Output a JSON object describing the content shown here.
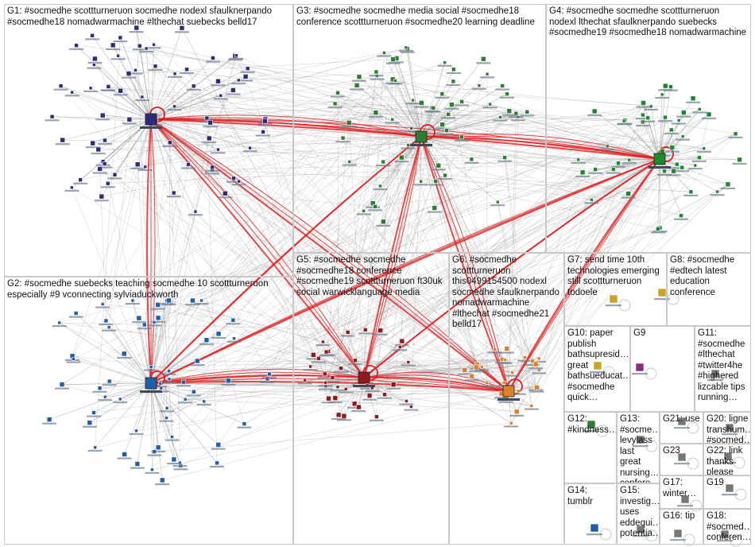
{
  "groups": [
    {
      "id": "G1",
      "label": "G1: #socmedhe scottturneruon socmedhe nodexl sfaulknerpando #socmedhe18 nomadwarmachine #lthechat suebecks belld17",
      "color": "#2c2c7a"
    },
    {
      "id": "G2",
      "label": "G2: #socmedhe suebecks teaching socmedhe 10 scottturneruon especially #9 vconnecting sylviaduckworth",
      "color": "#1f5ea8"
    },
    {
      "id": "G3",
      "label": "G3: #socmedhe socmedhe media social #socmedhe18 conference scottturneruon #socmedhe20 learning deadline",
      "color": "#2e7d32"
    },
    {
      "id": "G4",
      "label": "G4: #socmedhe socmedhe scottturneruon nodexl lthechat sfaulknerpando suebecks #socmedhe19 #socmedhe18 nomadwarmachine",
      "color": "#1b8a2e"
    },
    {
      "id": "G5",
      "label": "G5: #socmedhe socmedhe #socmedhe18 conference #socmedhe19 scottturneruon ft30uk social warwicklanguage media",
      "color": "#8e1b1b"
    },
    {
      "id": "G6",
      "label": "G6: #socmedhe scottturneruon this0499154500 nodexl socmedhe sfaulknerpando nomadwarmachine #lthechat #socmedhe21 belld17",
      "color": "#d9822b"
    },
    {
      "id": "G7",
      "label": "G7: send time 10th technologies emerging still scottturneruon todoele",
      "color": "#c9a227"
    },
    {
      "id": "G8",
      "label": "G8: #socmedhe #edtech latest education conference",
      "color": "#c9a227"
    },
    {
      "id": "G9",
      "label": "G9",
      "color": "#8a2b8a"
    },
    {
      "id": "G10",
      "label": "G10: paper publish bathsupresid… great bathsueducat… #socmedhe quick…",
      "color": "#c9a227"
    },
    {
      "id": "G11",
      "label": "G11: #socmedhe #lthechat #twitter4he #highered lizcable tips running…",
      "color": "#777777"
    },
    {
      "id": "G12",
      "label": "G12: #kindness…",
      "color": "#2e7d32"
    },
    {
      "id": "G13",
      "label": "G13: #socme… levylass last great nursing… confere…",
      "color": "#777777"
    },
    {
      "id": "G14",
      "label": "G14: tumblr",
      "color": "#1f5ea8"
    },
    {
      "id": "G15",
      "label": "G15: investig… uses eddequi… potentia…",
      "color": "#777777"
    },
    {
      "id": "G16",
      "label": "G16: tip",
      "color": "#777777"
    },
    {
      "id": "G17",
      "label": "G17: winter…",
      "color": "#777777"
    },
    {
      "id": "G18",
      "label": "G18: #socmed… conferen…",
      "color": "#777777"
    },
    {
      "id": "G19",
      "label": "G19",
      "color": "#777777"
    },
    {
      "id": "G20",
      "label": "G20: ligne transhum… #socmed…",
      "color": "#777777"
    },
    {
      "id": "G21",
      "label": "G21: use",
      "color": "#777777"
    },
    {
      "id": "G22",
      "label": "G22: link thanks please",
      "color": "#777777"
    },
    {
      "id": "G23",
      "label": "G23",
      "color": "#777777"
    }
  ]
}
